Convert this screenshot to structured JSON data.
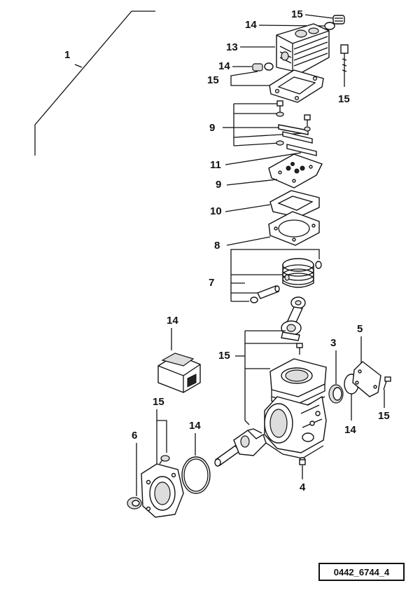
{
  "diagram": {
    "drawing_code": "0442_6744_4",
    "callouts": {
      "assembly": "1",
      "head_plug_top": "15",
      "head_seal_top": "14",
      "cylinder_head": "13",
      "head_seal_left": "14",
      "head_plugs_left": "15",
      "head_bolt": "15",
      "valve_parts": "9",
      "valve_spring": "11",
      "valve_plate": "9",
      "upper_gasket": "10",
      "lower_gasket": "8",
      "piston_kit": "7",
      "bushing": "3",
      "cover_plate": "5",
      "cover_gasket": "14",
      "cover_screw": "15",
      "crankcase_screws": "15",
      "gasket_kit": "14",
      "bearing_cover_screws": "15",
      "bearing_cover_seal": "14",
      "end_bushing": "6",
      "drain_plug": "4"
    }
  }
}
